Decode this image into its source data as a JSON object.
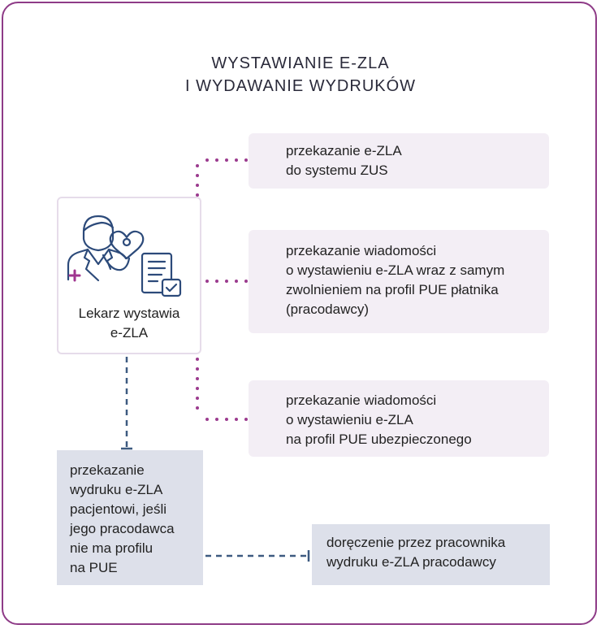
{
  "title": {
    "line1": "WYSTAWIANIE E-ZLA",
    "line2": "I WYDAWANIE WYDRUKÓW"
  },
  "doctor": {
    "label_line1": "Lekarz wystawia",
    "label_line2": "e-ZLA",
    "icon": "doctor-with-stethoscope-and-document-icon"
  },
  "branches": [
    {
      "lines": [
        "przekazanie e-ZLA",
        "do systemu ZUS"
      ]
    },
    {
      "lines": [
        "przekazanie wiadomości",
        "o wystawieniu e-ZLA wraz z samym",
        "zwolnieniem na profil PUE płatnika",
        "(pracodawcy)"
      ]
    },
    {
      "lines": [
        "przekazanie wiadomości",
        "o wystawieniu e-ZLA",
        "na profil PUE ubezpieczonego"
      ]
    }
  ],
  "printout": {
    "lines": [
      "przekazanie",
      "wydruku e-ZLA",
      "pacjentowi, jeśli",
      "jego pracodawca",
      "nie ma profilu",
      "na PUE"
    ]
  },
  "delivery": {
    "lines": [
      "doręczenie przez pracownika",
      "wydruku e-ZLA pracodawcy"
    ]
  },
  "colors": {
    "frame": "#8e3b87",
    "dotted_connector": "#9b3b8e",
    "dashed_connector": "#3d5a80",
    "pink_box": "#f3eef5",
    "gray_box": "#dde0ea",
    "icon_stroke": "#2c4a7a",
    "icon_accent": "#a0358f"
  }
}
